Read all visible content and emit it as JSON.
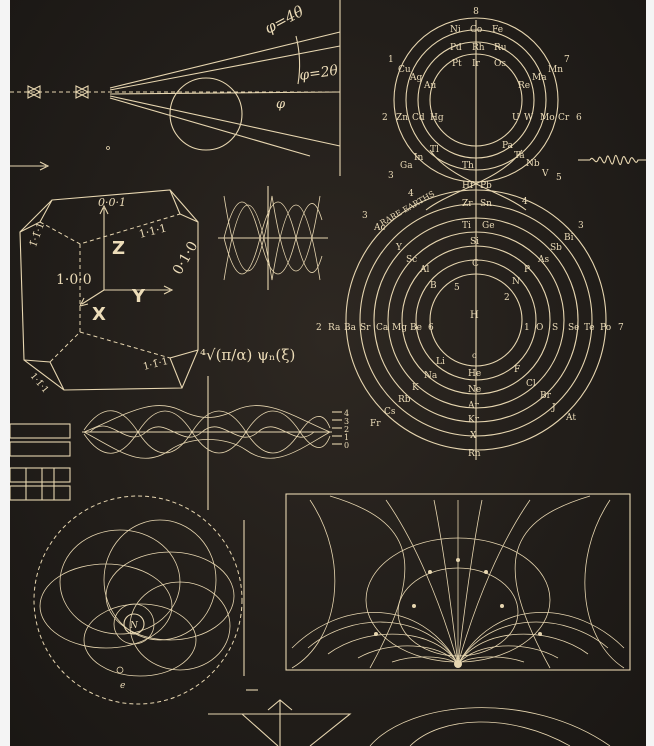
{
  "colors": {
    "plate": "#221e1a",
    "ink": "#e7d6b0",
    "frame": "#f4f4f4"
  },
  "diffraction": {
    "angle_label_4": "φ=4θ",
    "angle_label_2": "φ=2θ",
    "phi_label": "φ"
  },
  "crystal": {
    "face_001": "0·0·1",
    "face_100": "1·0·0",
    "face_010": "0·1·0",
    "face_111_a": "1·1·1",
    "face_111_b": "1̄·1̄·1",
    "face_111_c": "1·1̄·1",
    "face_111_d": "1·1̄·1",
    "axis_x": "X",
    "axis_y": "Y",
    "axis_z": "Z"
  },
  "wavefunction": {
    "formula": "⁴√(π/α) ψₙ(ξ)",
    "scale_labels": [
      "4",
      "3",
      "2",
      "1",
      "0"
    ]
  },
  "periodic": {
    "row_top": [
      "Ni",
      "Co",
      "Fe"
    ],
    "row_2": [
      "Pd",
      "Rh",
      "Ru"
    ],
    "row_3": [
      "Pt",
      "Ir",
      "Os"
    ],
    "left_arc": [
      "Cu",
      "Ag",
      "Au"
    ],
    "right_arc": [
      "Mn",
      "Ma",
      "Re"
    ],
    "row_zn": [
      "Zn",
      "Cd",
      "Hg"
    ],
    "row_u": [
      "U",
      "W",
      "Mo",
      "Cr"
    ],
    "ga_group": [
      "Ga",
      "In",
      "Tl"
    ],
    "pa_group": [
      "Pa",
      "Ta",
      "Nb",
      "V"
    ],
    "th": "Th",
    "hf": "Hf",
    "pb": "Pb",
    "zr": "Zr",
    "sn": "Sn",
    "ti": "Ti",
    "ge": "Ge",
    "si": "Si",
    "c": "C",
    "rare_earths": "RARE EARTHS",
    "left_mid": [
      "Ac",
      "Y",
      "Sc",
      "Al",
      "B"
    ],
    "right_mid": [
      "Bi",
      "Sb",
      "As",
      "P",
      "N"
    ],
    "alkaline": [
      "Ra",
      "Ba",
      "Sr",
      "Ca",
      "Mg",
      "Be"
    ],
    "chalcogen": [
      "O",
      "S",
      "Se",
      "Te",
      "Po"
    ],
    "h": "H",
    "o_small": "o",
    "alkali": [
      "Li",
      "Na",
      "K",
      "Rb",
      "Cs",
      "Fr"
    ],
    "halogen": [
      "F",
      "Cl",
      "Br",
      "J",
      "At"
    ],
    "noble": [
      "He",
      "Ne",
      "Ar",
      "Kr",
      "X",
      "Rn"
    ],
    "numbers": [
      "8",
      "1",
      "7",
      "2",
      "6",
      "3",
      "5",
      "4",
      "4",
      "3",
      "3",
      "5",
      "2",
      "2",
      "6",
      "1",
      "7"
    ]
  },
  "orbit": {
    "nucleus": "N",
    "e_label": "e"
  }
}
